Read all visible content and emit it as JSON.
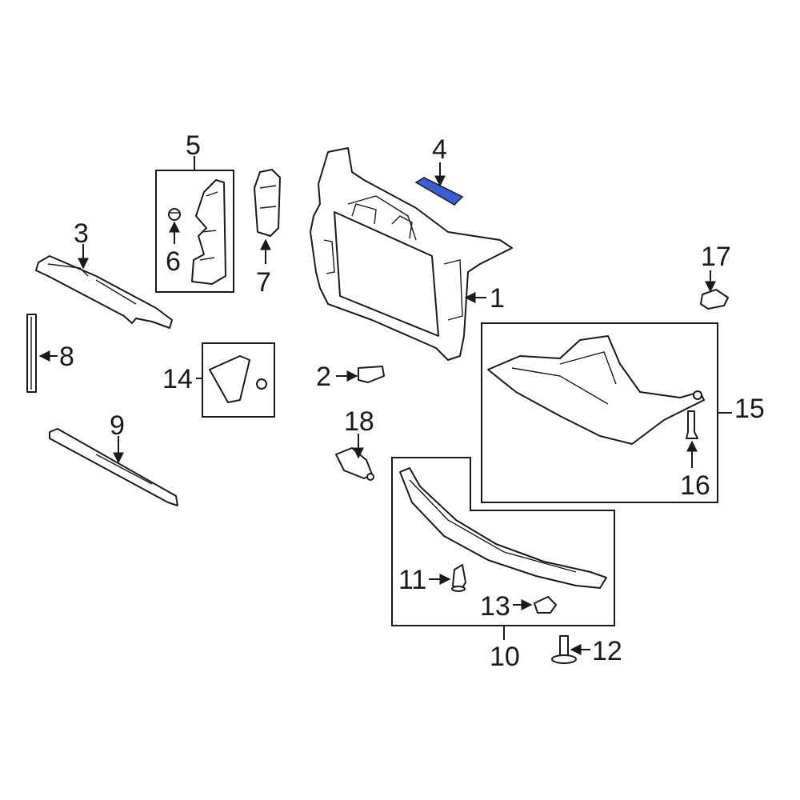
{
  "callouts": {
    "c1": "1",
    "c2": "2",
    "c3": "3",
    "c4": "4",
    "c5": "5",
    "c6": "6",
    "c7": "7",
    "c8": "8",
    "c9": "9",
    "c10": "10",
    "c11": "11",
    "c12": "12",
    "c13": "13",
    "c14": "14",
    "c15": "15",
    "c16": "16",
    "c17": "17",
    "c18": "18"
  },
  "colors": {
    "highlight": "#3a5fd0",
    "line": "#1a1a1a",
    "background": "#ffffff"
  }
}
